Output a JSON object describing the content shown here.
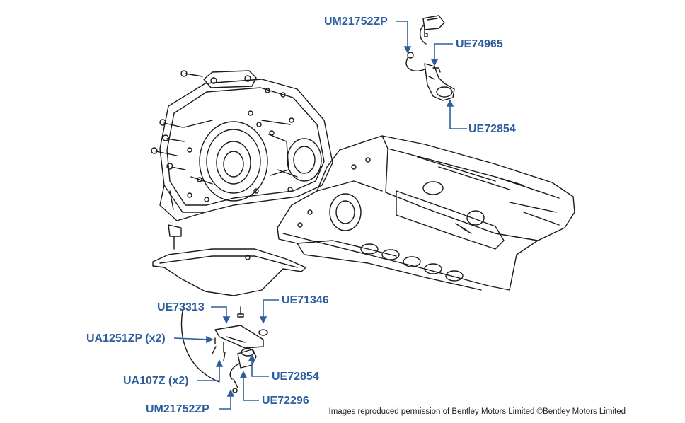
{
  "colors": {
    "label": "#2e5e9e",
    "line": "#2e5e9e",
    "drawing": "#1a1a1a"
  },
  "parts": [
    {
      "id": "p1",
      "part_number": "UM21752ZP"
    },
    {
      "id": "p2",
      "part_number": "UE74965"
    },
    {
      "id": "p3",
      "part_number": "UE72854"
    },
    {
      "id": "p4",
      "part_number": "UE73313"
    },
    {
      "id": "p5",
      "part_number": "UE71346"
    },
    {
      "id": "p6",
      "part_number": "UA1251ZP (x2)"
    },
    {
      "id": "p7",
      "part_number": "UE72854"
    },
    {
      "id": "p8",
      "part_number": "UA107Z (x2)"
    },
    {
      "id": "p9",
      "part_number": "UE72296"
    },
    {
      "id": "p10",
      "part_number": "UM21752ZP"
    }
  ],
  "credit": "Images reproduced permission of Bentley Motors Limited ©Bentley Motors Limited"
}
